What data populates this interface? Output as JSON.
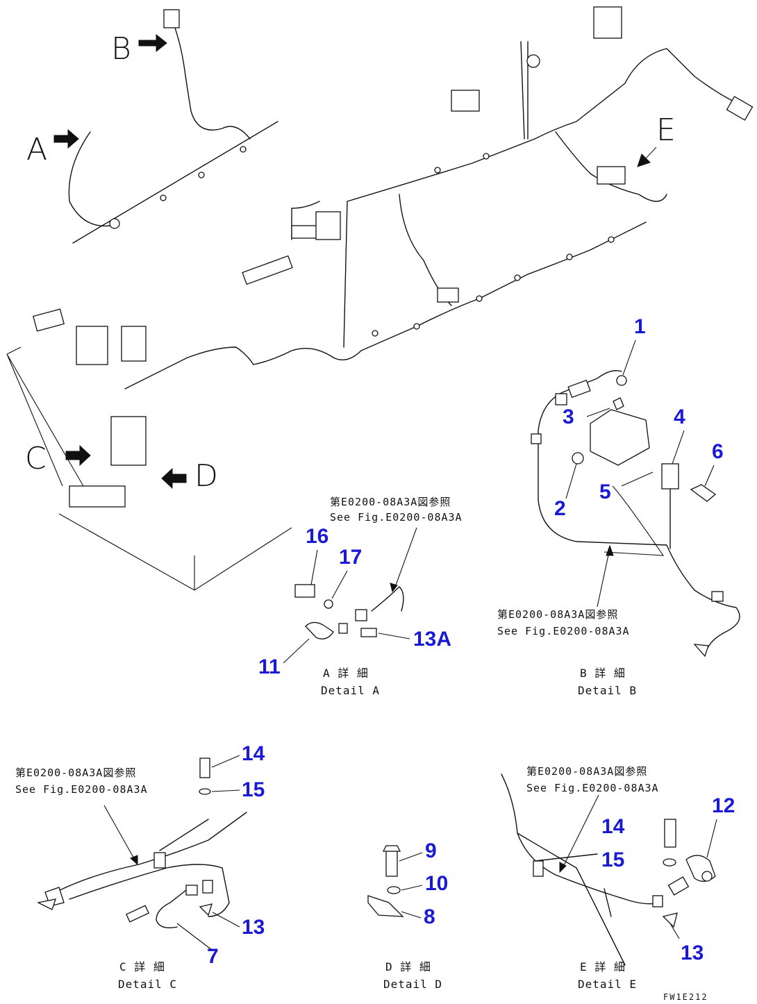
{
  "view_letters": {
    "a": "A",
    "b": "B",
    "c": "C",
    "d": "D",
    "e": "E"
  },
  "callouts": {
    "p1": "1",
    "p2": "2",
    "p3": "3",
    "p4": "4",
    "p5": "5",
    "p6": "6",
    "p7": "7",
    "p8": "8",
    "p9": "9",
    "p10": "10",
    "p11": "11",
    "p13a": "13A",
    "p13_c": "13",
    "p13_e": "13",
    "p14_c": "14",
    "p14_e": "14",
    "p15_c": "15",
    "p15_e": "15",
    "p16": "16",
    "p17": "17",
    "p12": "12"
  },
  "references": {
    "a_jp": "第E0200-08A3A図参照",
    "a_en": "See Fig.E0200-08A3A",
    "b_jp": "第E0200-08A3A図参照",
    "b_en": "See Fig.E0200-08A3A",
    "c_jp": "第E0200-08A3A図参照",
    "c_en": "See Fig.E0200-08A3A",
    "e_jp": "第E0200-08A3A図参照",
    "e_en": "See Fig.E0200-08A3A"
  },
  "captions": {
    "a_jp": "A 詳 細",
    "a_en": "Detail A",
    "b_jp": "B 詳 細",
    "b_en": "Detail B",
    "c_jp": "C 詳 細",
    "c_en": "Detail C",
    "d_jp": "D 詳 細",
    "d_en": "Detail D",
    "e_jp": "E 詳 細",
    "e_en": "Detail E"
  },
  "drawing_code": "FW1E212",
  "colors": {
    "callout": "#1a1ad6",
    "line": "#111111"
  }
}
